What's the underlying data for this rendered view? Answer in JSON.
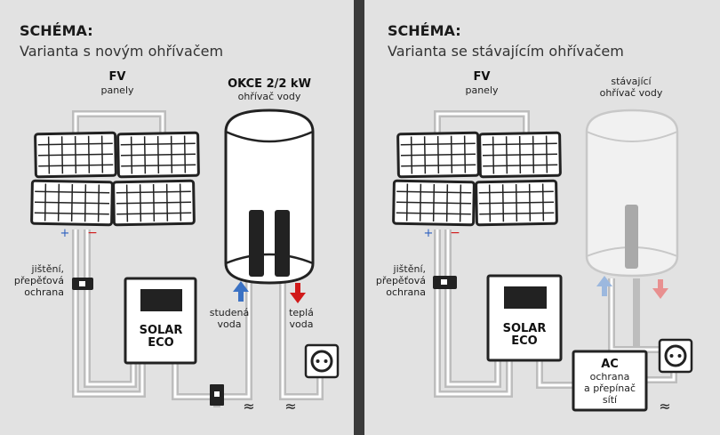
{
  "left": {
    "title": "SCHÉMA:",
    "subtitle": "Varianta s novým ohřívačem",
    "fv_label": "FV",
    "fv_sub": "panely",
    "heater_label": "OKCE 2/2 kW",
    "heater_sub": "ohřívač vody",
    "plus": "+",
    "minus": "−",
    "breaker_lines": [
      "jištění,",
      "přepěťová",
      "ochrana"
    ],
    "solar_line1": "SOLAR",
    "solar_line2": "ECO",
    "cold_lines": [
      "studená",
      "voda"
    ],
    "hot_lines": [
      "teplá",
      "voda"
    ],
    "tilde1": "≈",
    "tilde2": "≈"
  },
  "right": {
    "title": "SCHÉMA:",
    "subtitle": "Varianta se stávajícím ohřívačem",
    "fv_label": "FV",
    "fv_sub": "panely",
    "heater_lines": [
      "stávající",
      "ohřívač vody"
    ],
    "plus": "+",
    "minus": "−",
    "breaker_lines": [
      "jištění,",
      "přepěťová",
      "ochrana"
    ],
    "solar_line1": "SOLAR",
    "solar_line2": "ECO",
    "ac_title": "AC",
    "ac_lines": [
      "ochrana",
      "a přepínač",
      "sítí"
    ],
    "tilde": "≈"
  },
  "colors": {
    "background": "#e2e2e2",
    "divider": "#3b3b3b",
    "cold_arrow": "#3b72c4",
    "hot_arrow": "#d11a1a",
    "cold_arrow_faded": "#9cb8de",
    "hot_arrow_faded": "#e89090"
  }
}
